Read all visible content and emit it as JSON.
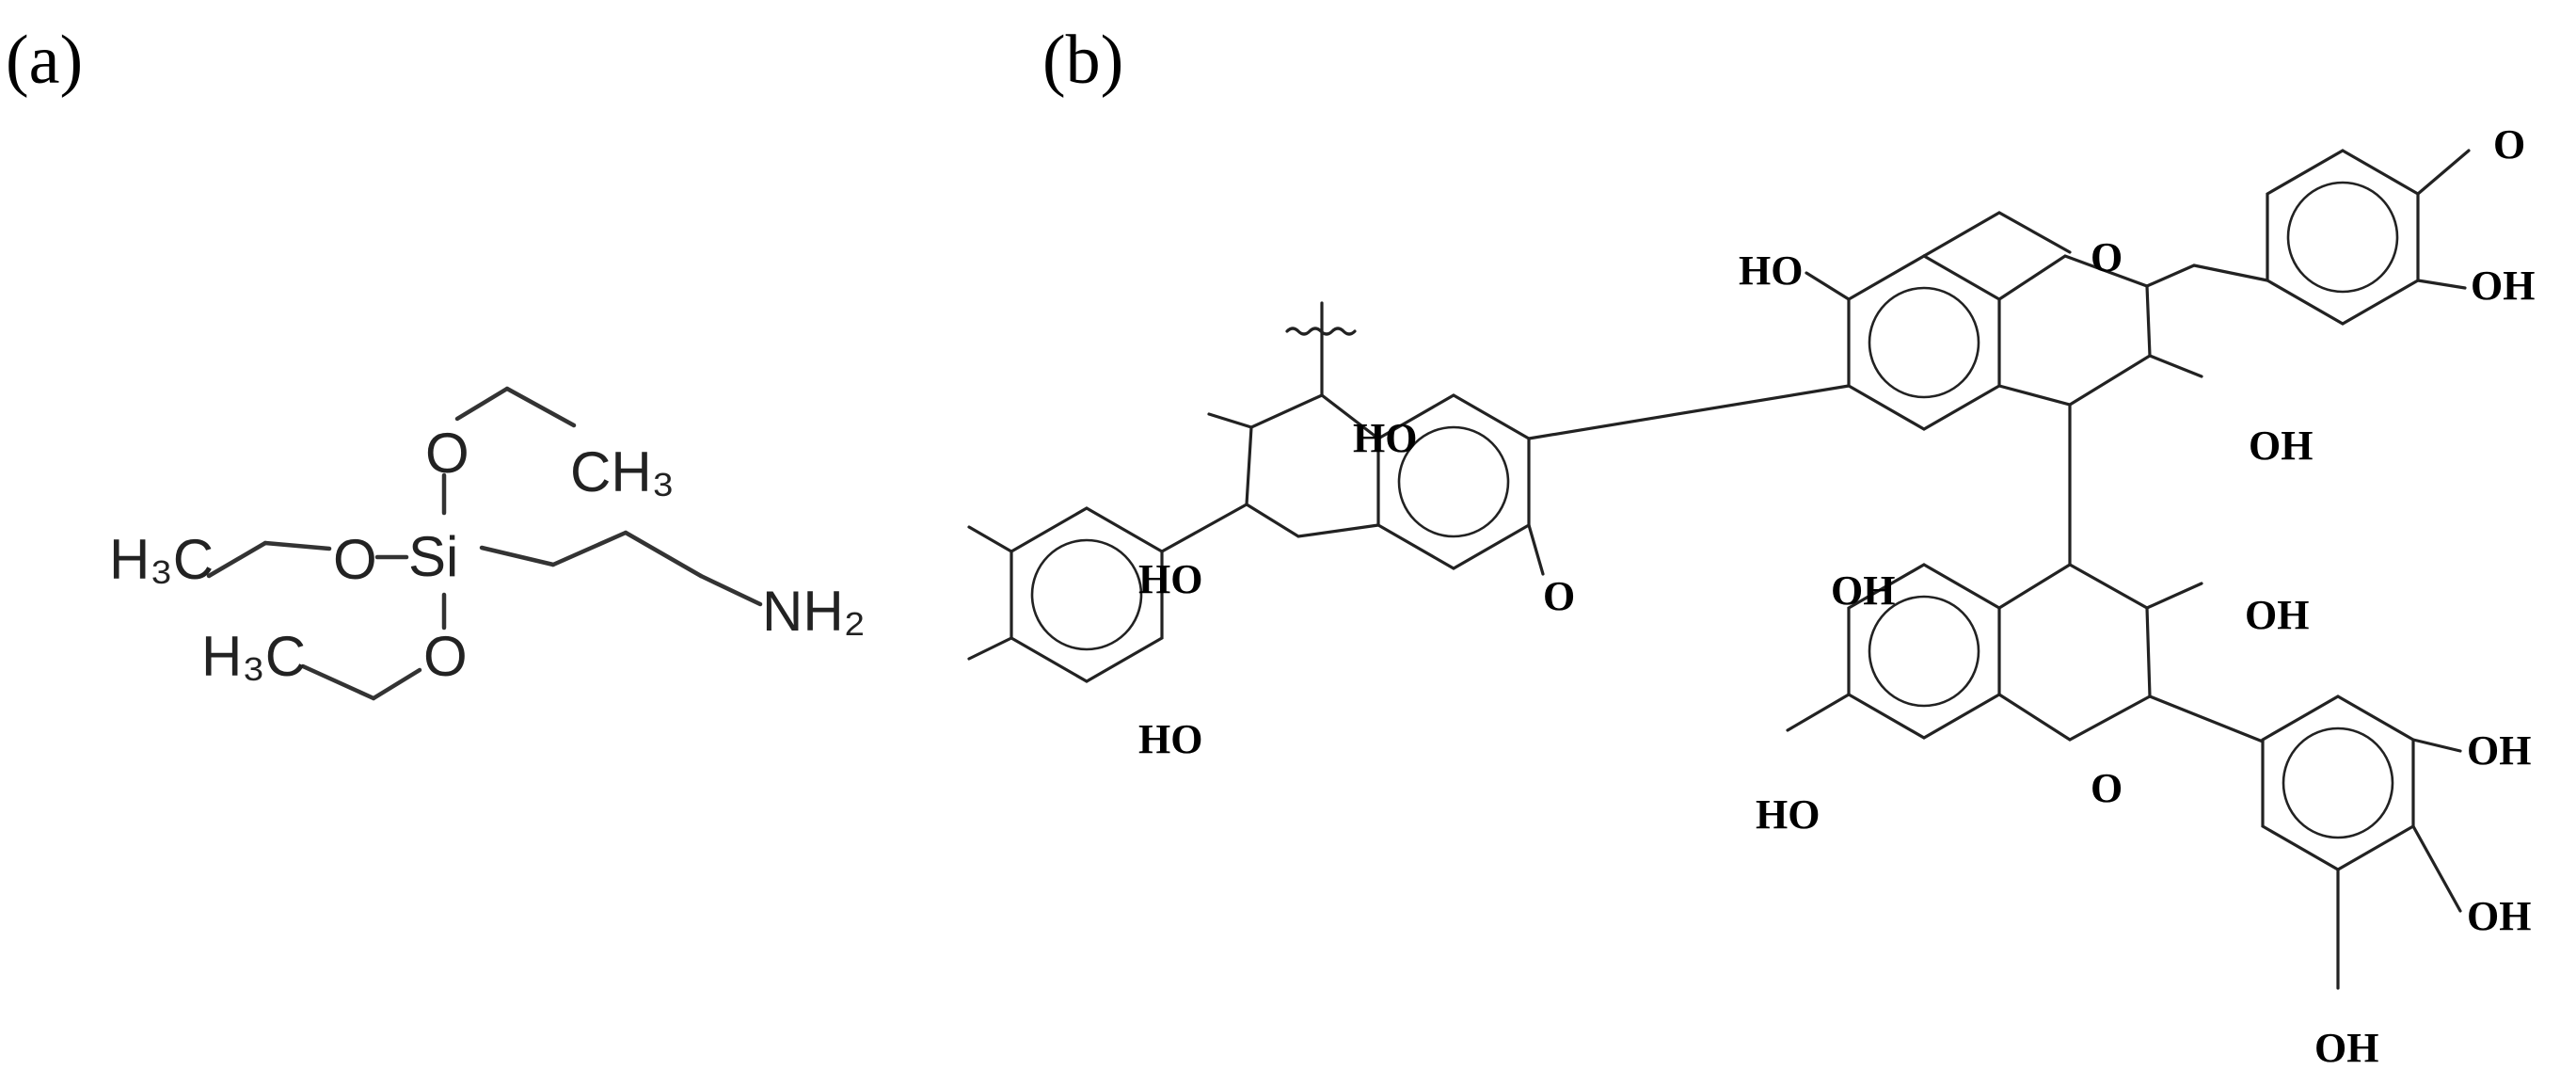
{
  "panels": {
    "a": {
      "label": "(a)",
      "atoms": {
        "o_top": "O",
        "ch3_top": "CH₃",
        "h3c_left": "H₃C",
        "o_left": "O",
        "si": "Si",
        "nh2": "NH₂",
        "h3c_bottom": "H₃C",
        "o_bottom": "O"
      }
    },
    "b": {
      "label": "(b)",
      "atoms": {
        "o_top_right": "O",
        "ho_top": "HO",
        "o_ring_top": "O",
        "oh_catechol_top": "OH",
        "oh_c3_top": "OH",
        "ho_c3_left": "HO",
        "ho_catechol_1": "HO",
        "ho_catechol_2": "HO",
        "o_ring_left": "O",
        "oh_left_a": "OH",
        "oh_c3_bottom": "OH",
        "o_ring_bottom": "O",
        "ho_bottom": "HO",
        "oh_pyro_1": "OH",
        "oh_pyro_2": "OH",
        "oh_pyro_3": "OH"
      }
    }
  }
}
